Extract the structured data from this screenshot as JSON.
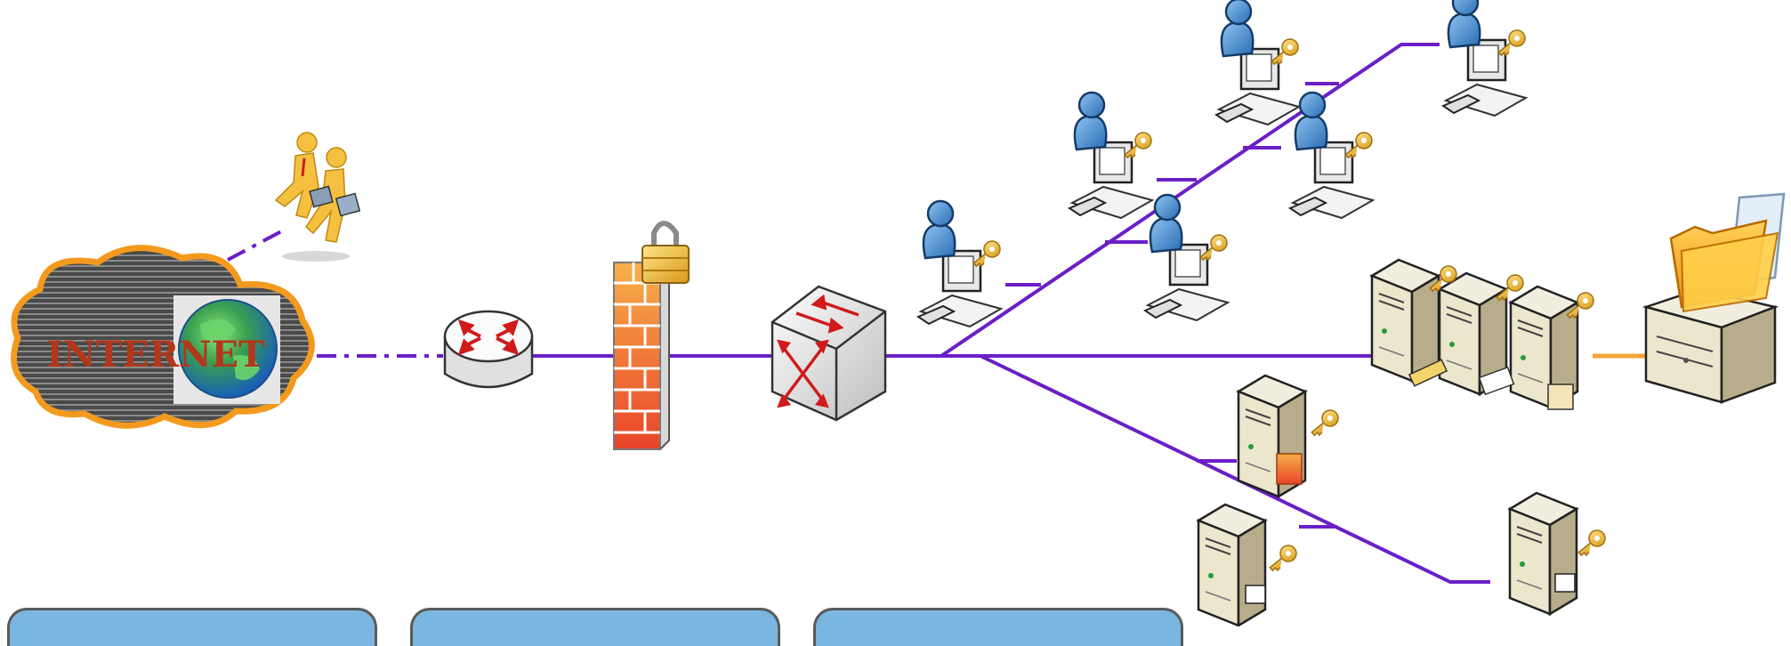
{
  "diagram": {
    "cloud": {
      "label": "INTERNET"
    },
    "nodes": [
      {
        "id": "travelers",
        "kind": "mobile-users"
      },
      {
        "id": "internet",
        "kind": "internet-cloud"
      },
      {
        "id": "router",
        "kind": "router"
      },
      {
        "id": "firewall",
        "kind": "firewall"
      },
      {
        "id": "switch",
        "kind": "switch"
      },
      {
        "id": "ws1",
        "kind": "secure-workstation"
      },
      {
        "id": "ws2",
        "kind": "secure-workstation"
      },
      {
        "id": "ws3",
        "kind": "secure-workstation"
      },
      {
        "id": "ws4",
        "kind": "secure-workstation"
      },
      {
        "id": "ws5",
        "kind": "secure-workstation"
      },
      {
        "id": "ws6",
        "kind": "secure-workstation"
      },
      {
        "id": "server-cluster",
        "kind": "secure-server-group"
      },
      {
        "id": "file-server",
        "kind": "file-server"
      },
      {
        "id": "server-a",
        "kind": "secure-server"
      },
      {
        "id": "server-b",
        "kind": "secure-server"
      },
      {
        "id": "server-c",
        "kind": "secure-server"
      }
    ],
    "colors": {
      "link": "#6a1fc8",
      "storage_link": "#f4a43a",
      "cloud_outline": "#f39a1e",
      "panel_fill": "#7bb6e0",
      "firewall_brick": "#f06a2a",
      "router_arrow": "#d11a1a"
    },
    "panels": [
      {
        "id": "panel-1"
      },
      {
        "id": "panel-2"
      },
      {
        "id": "panel-3"
      }
    ]
  }
}
